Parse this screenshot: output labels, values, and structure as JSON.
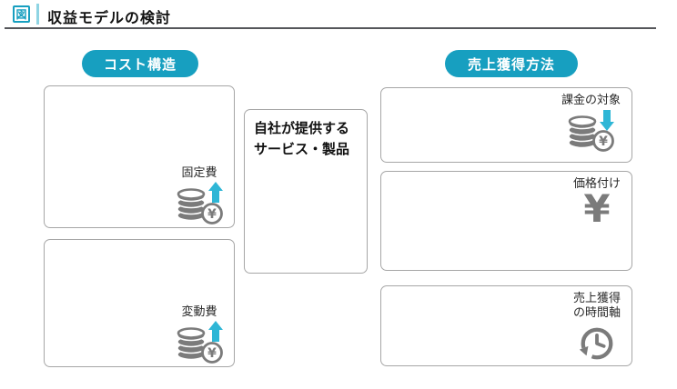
{
  "header": {
    "figure_badge": "図",
    "title": "収益モデルの検討"
  },
  "cost_section": {
    "pill_label": "コスト構造",
    "boxes": [
      {
        "label": "固定費",
        "icon": "coin-stack-yen-up-icon",
        "trend": "up"
      },
      {
        "label": "変動費",
        "icon": "coin-stack-yen-up-icon",
        "trend": "up"
      }
    ]
  },
  "center_box": {
    "line1": "自社が提供する",
    "line2": "サービス・製品"
  },
  "revenue_section": {
    "pill_label": "売上獲得方法",
    "boxes": [
      {
        "label": "課金の対象",
        "icon": "coin-stack-yen-down-icon",
        "trend": "down"
      },
      {
        "label": "価格付け",
        "icon": "yen-symbol-icon",
        "symbol": "¥"
      },
      {
        "label_line1": "売上獲得",
        "label_line2": "の時間軸",
        "icon": "history-clock-icon"
      }
    ]
  },
  "icons": {
    "coin_yen_symbol": "¥"
  },
  "colors": {
    "teal": "#179fc0",
    "arrow_cyan": "#2eb6d6",
    "icon_gray": "#7b7b7b",
    "box_border": "#a6a6a6",
    "header_divider": "#8fd4e3",
    "header_rule": "#55565a"
  }
}
